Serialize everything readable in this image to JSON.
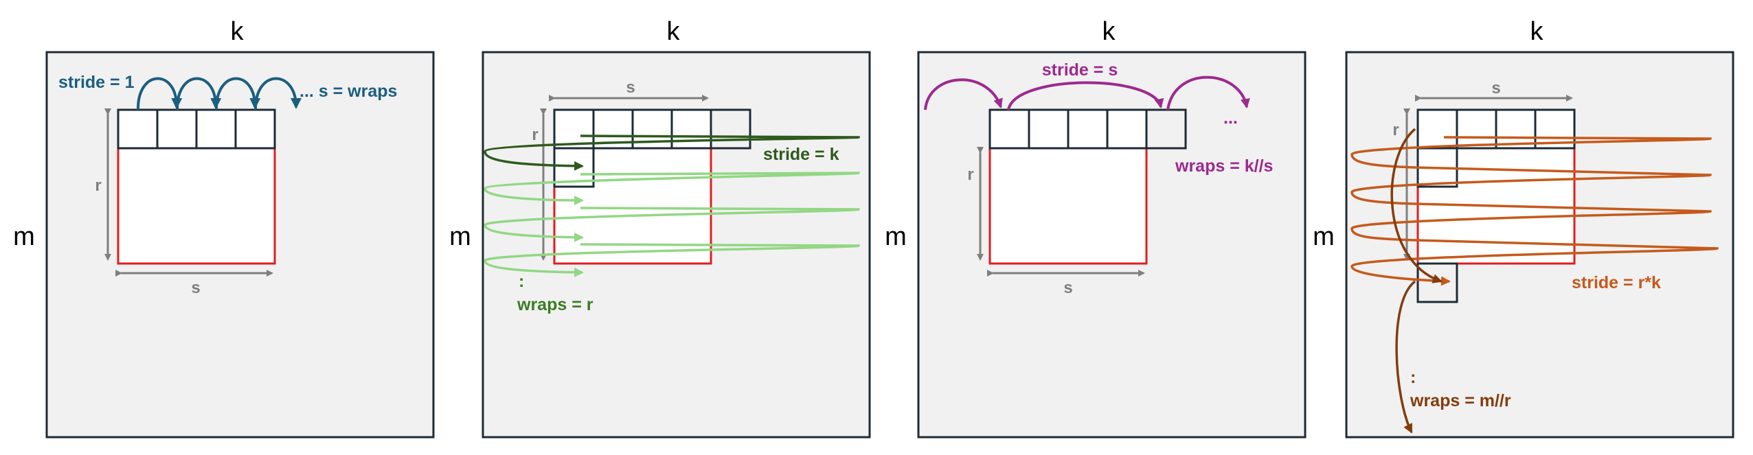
{
  "panels": [
    {
      "top_label": "k",
      "side_label": "m",
      "r_label": "r",
      "s_label": "s",
      "stride_label": "stride = 1",
      "wraps_label": "... s = wraps"
    },
    {
      "top_label": "k",
      "side_label": "m",
      "r_label": "r",
      "s_label": "s",
      "stride_label": "stride = k",
      "colon_label": ":",
      "wraps_label": "wraps = r"
    },
    {
      "top_label": "k",
      "side_label": "m",
      "r_label": "r",
      "s_label": "s",
      "stride_label": "stride = s",
      "ellipsis_label": "...",
      "wraps_label": "wraps = k//s"
    },
    {
      "top_label": "k",
      "side_label": "m",
      "r_label": "r",
      "s_label": "s",
      "stride_label": "stride = r*k",
      "colon_label": ":",
      "wraps_label": "wraps = m//r"
    }
  ],
  "colors": {
    "panel_bg": "#f1f1f1",
    "panel_border": "#1e2b37",
    "tile_border": "#e01e1e",
    "dim_arrow": "#7f7f7f",
    "teal": "#1b5e80",
    "dark_green": "#2e5a1d",
    "light_green": "#92d784",
    "mid_green": "#3a7d22",
    "purple": "#9c2a8f",
    "orange": "#c55a1c",
    "brown": "#843c0c"
  }
}
